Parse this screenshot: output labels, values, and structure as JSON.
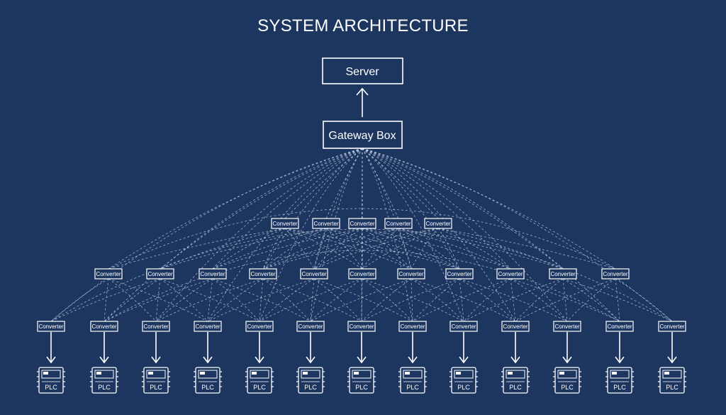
{
  "title": "SYSTEM ARCHITECTURE",
  "server": {
    "label": "Server"
  },
  "gateway": {
    "label": "Gateway Box"
  },
  "converter_rows": {
    "upper": [
      "Converter",
      "Converter",
      "Converter",
      "Converter",
      "Converter"
    ],
    "middle": [
      "Converter",
      "Converter",
      "Converter",
      "Converter",
      "Converter",
      "Converter",
      "Converter",
      "Converter",
      "Converter",
      "Converter",
      "Converter"
    ],
    "lower": [
      "Converter",
      "Converter",
      "Converter",
      "Converter",
      "Converter",
      "Converter",
      "Converter",
      "Converter",
      "Converter",
      "Converter",
      "Converter",
      "Converter",
      "Converter"
    ]
  },
  "plcs": [
    "PLC",
    "PLC",
    "PLC",
    "PLC",
    "PLC",
    "PLC",
    "PLC",
    "PLC",
    "PLC",
    "PLC",
    "PLC",
    "PLC",
    "PLC"
  ],
  "colors": {
    "background": "#1c3660",
    "line": "#ffffff",
    "dashed_link": "#c9d5e8"
  }
}
